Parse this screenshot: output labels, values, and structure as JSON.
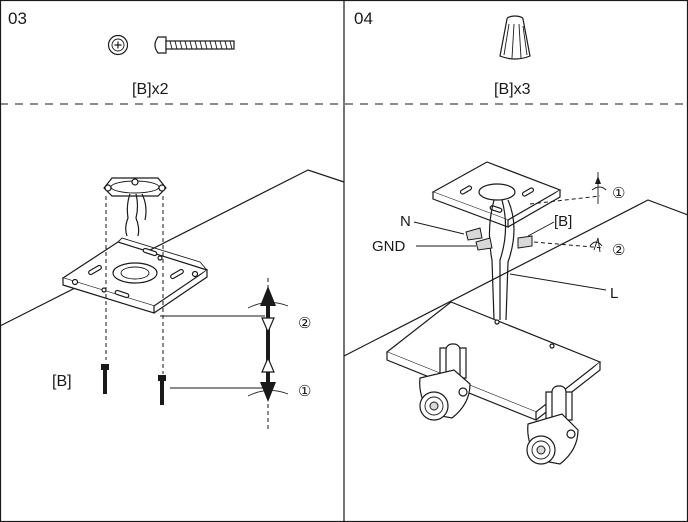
{
  "panels": [
    {
      "step": "03",
      "hardware_label": "[B]x2",
      "screw_label": "[B]",
      "rotations": [
        "②",
        "①"
      ]
    },
    {
      "step": "04",
      "hardware_label": "[B]x3",
      "wire_labels": {
        "neutral": "N",
        "ground": "GND",
        "live": "L",
        "connector": "[B]"
      },
      "rotations": [
        "①",
        "②"
      ]
    }
  ],
  "colors": {
    "ink": "#1a1a1a",
    "paper": "#ffffff",
    "shade": "#d9d9d9"
  },
  "icons": [
    "washer-icon",
    "screw-icon",
    "wire-nut-icon",
    "mounting-plate-icon",
    "junction-box-icon",
    "spotlight-icon",
    "rotate-arrow-icon"
  ]
}
